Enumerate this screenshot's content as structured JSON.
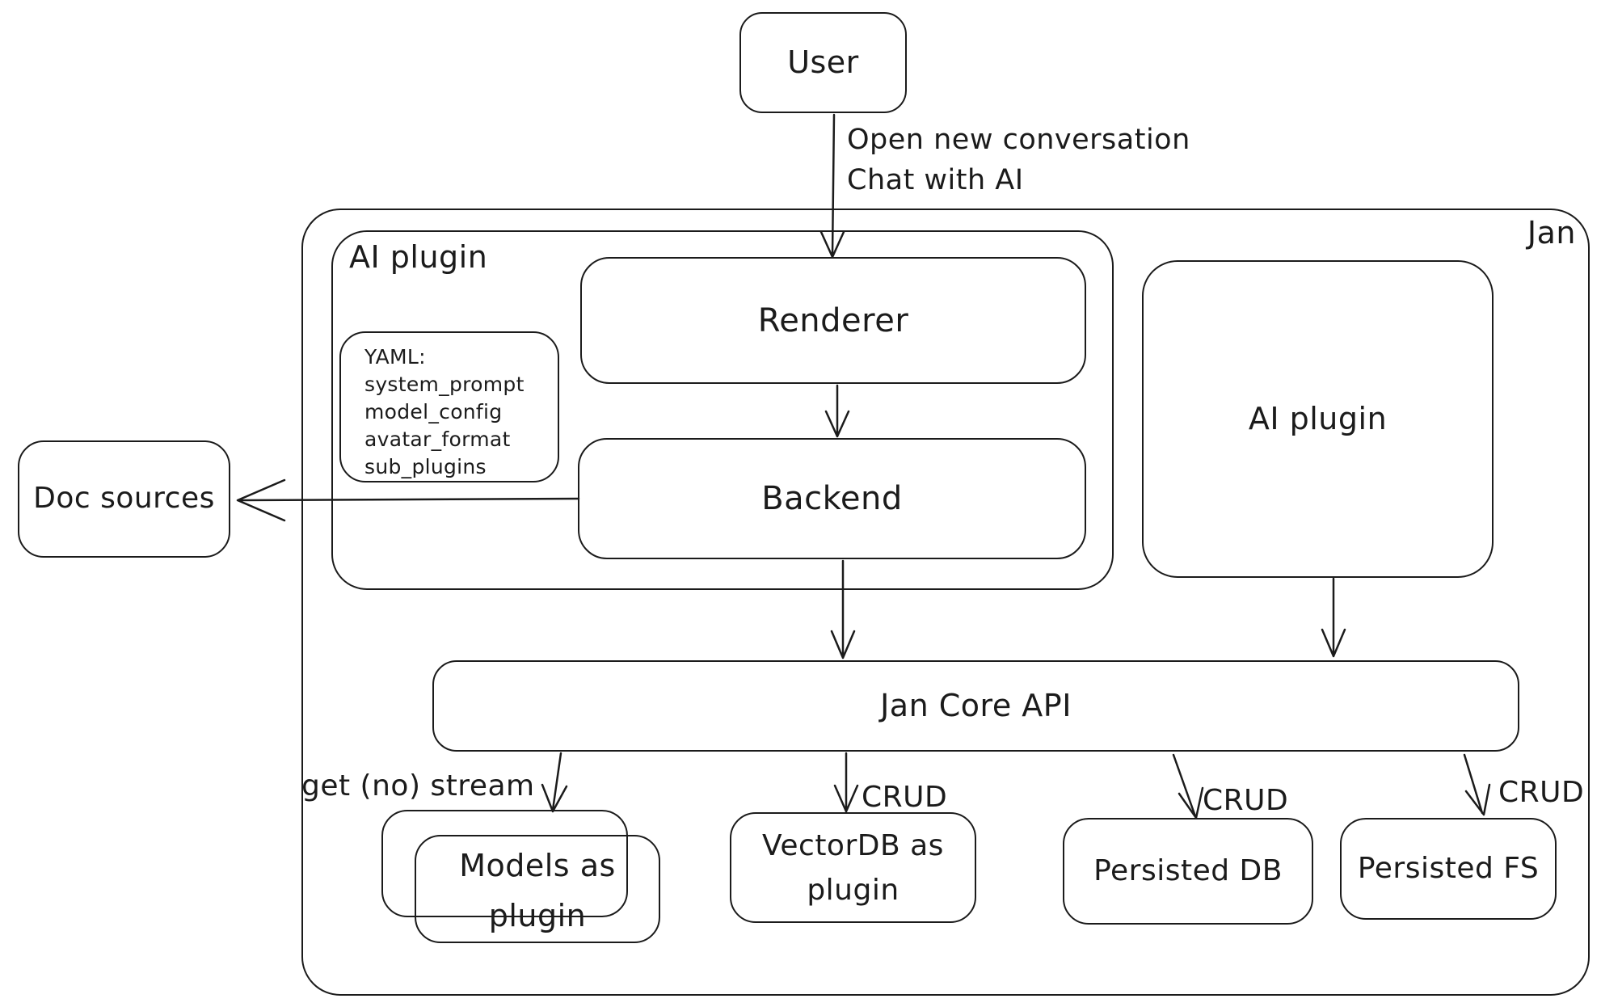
{
  "colors": {
    "stroke": "#1b1b1b",
    "background": "#ffffff"
  },
  "boxes": {
    "user": {
      "label": "User"
    },
    "jan": {
      "label": "Jan"
    },
    "ai_plugin_left": {
      "label": "AI plugin"
    },
    "yaml_note": {
      "text": "YAML:\nsystem_prompt\nmodel_config\navatar_format\nsub_plugins"
    },
    "renderer": {
      "label": "Renderer"
    },
    "backend": {
      "label": "Backend"
    },
    "doc_sources": {
      "label": "Doc sources"
    },
    "ai_plugin_right": {
      "label": "AI plugin"
    },
    "jan_core_api": {
      "label": "Jan Core API"
    },
    "models_as_plugin": {
      "label": "Models as\nplugin"
    },
    "vectordb_as_plugin": {
      "label": "VectorDB as\nplugin"
    },
    "persisted_db": {
      "label": "Persisted DB"
    },
    "persisted_fs": {
      "label": "Persisted FS"
    }
  },
  "edge_labels": {
    "user_flow": {
      "text": "Open new conversation\nChat with AI"
    },
    "get_no_stream": {
      "text": "get (no) stream"
    },
    "crud_vectordb": {
      "text": "CRUD"
    },
    "crud_persisted_db": {
      "text": "CRUD"
    },
    "crud_persisted_fs": {
      "text": "CRUD"
    }
  }
}
